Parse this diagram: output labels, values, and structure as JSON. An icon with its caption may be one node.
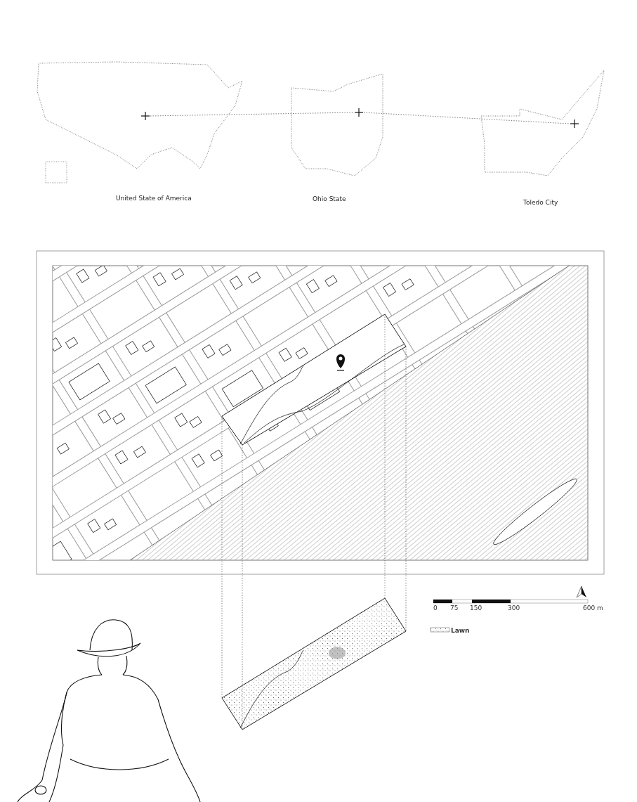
{
  "diagram": {
    "nodes": [
      {
        "text": [
          "United State of America"
        ]
      },
      {
        "text": [
          "Ohio State"
        ]
      },
      {
        "text": [
          "Toledo City"
        ]
      }
    ],
    "edges": [
      {
        "from": 0,
        "to": 1,
        "arrow": "none",
        "style": "dashed"
      },
      {
        "from": 1,
        "to": 2,
        "arrow": "none",
        "style": "dashed"
      }
    ],
    "labels": [
      "0",
      "75",
      "150",
      "300",
      "600 m"
    ],
    "legend": [
      {
        "text": "Lawn"
      }
    ]
  }
}
